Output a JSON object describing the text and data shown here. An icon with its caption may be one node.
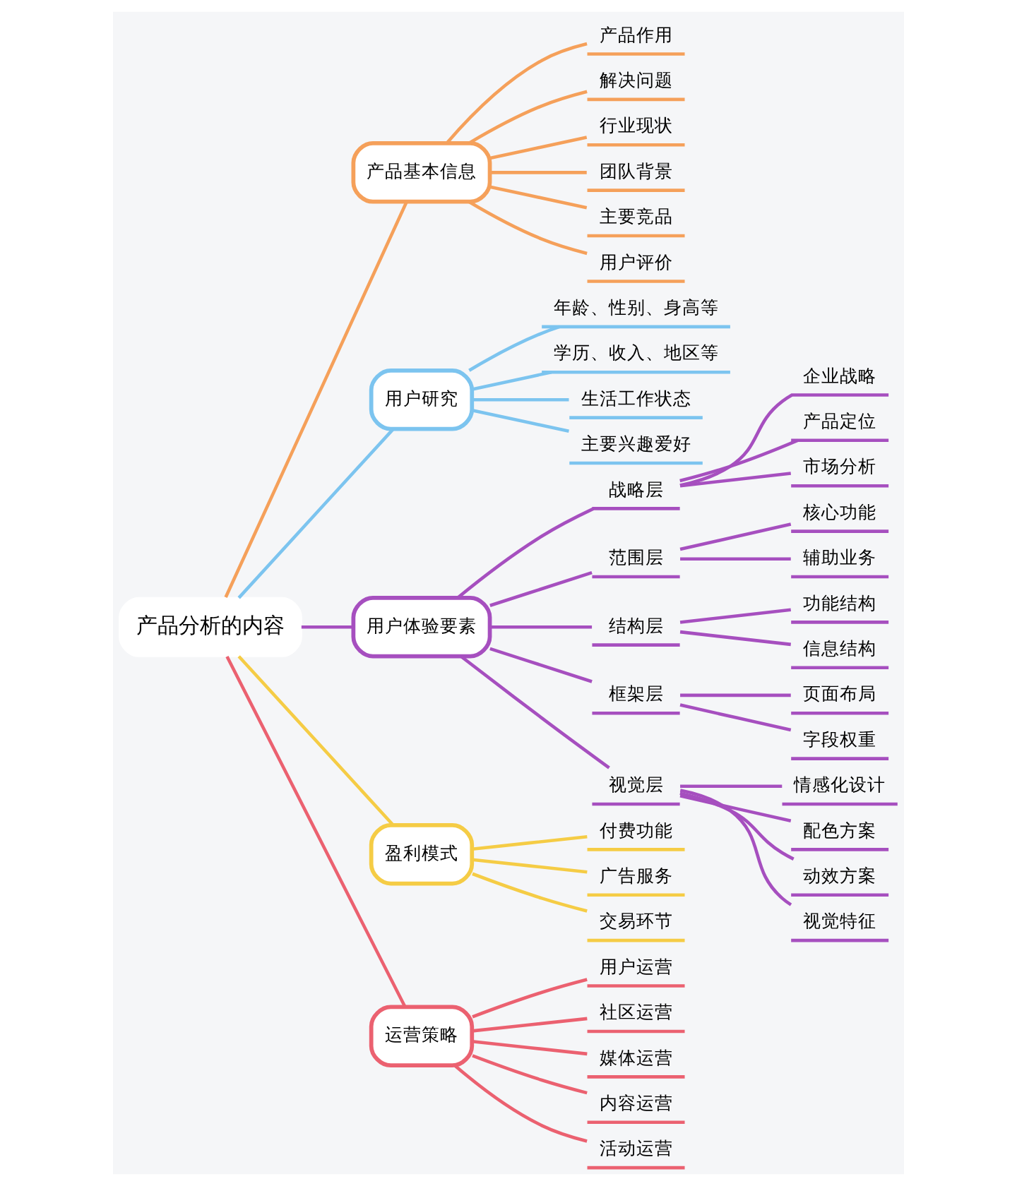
{
  "diagram": {
    "nodes": [
      {
        "text": [
          "产品分析的内容"
        ]
      },
      {
        "text": [
          "产品基本信息"
        ]
      },
      {
        "text": [
          "产品作用"
        ]
      },
      {
        "text": [
          "解决问题"
        ]
      },
      {
        "text": [
          "行业现状"
        ]
      },
      {
        "text": [
          "团队背景"
        ]
      },
      {
        "text": [
          "主要竞品"
        ]
      },
      {
        "text": [
          "用户评价"
        ]
      },
      {
        "text": [
          "用户研究"
        ]
      },
      {
        "text": [
          "年龄、性别、身高等"
        ]
      },
      {
        "text": [
          "学历、收入、地区等"
        ]
      },
      {
        "text": [
          "生活工作状态"
        ]
      },
      {
        "text": [
          "主要兴趣爱好"
        ]
      },
      {
        "text": [
          "用户体验要素"
        ]
      },
      {
        "text": [
          "战略层"
        ]
      },
      {
        "text": [
          "企业战略"
        ]
      },
      {
        "text": [
          "产品定位"
        ]
      },
      {
        "text": [
          "市场分析"
        ]
      },
      {
        "text": [
          "范围层"
        ]
      },
      {
        "text": [
          "核心功能"
        ]
      },
      {
        "text": [
          "辅助业务"
        ]
      },
      {
        "text": [
          "结构层"
        ]
      },
      {
        "text": [
          "功能结构"
        ]
      },
      {
        "text": [
          "信息结构"
        ]
      },
      {
        "text": [
          "框架层"
        ]
      },
      {
        "text": [
          "页面布局"
        ]
      },
      {
        "text": [
          "字段权重"
        ]
      },
      {
        "text": [
          "视觉层"
        ]
      },
      {
        "text": [
          "情感化设计"
        ]
      },
      {
        "text": [
          "配色方案"
        ]
      },
      {
        "text": [
          "动效方案"
        ]
      },
      {
        "text": [
          "视觉特征"
        ]
      },
      {
        "text": [
          "盈利模式"
        ]
      },
      {
        "text": [
          "付费功能"
        ]
      },
      {
        "text": [
          "广告服务"
        ]
      },
      {
        "text": [
          "交易环节"
        ]
      },
      {
        "text": [
          "运营策略"
        ]
      },
      {
        "text": [
          "用户运营"
        ]
      },
      {
        "text": [
          "社区运营"
        ]
      },
      {
        "text": [
          "媒体运营"
        ]
      },
      {
        "text": [
          "内容运营"
        ]
      },
      {
        "text": [
          "活动运营"
        ]
      }
    ],
    "edges": [
      {
        "from": 0,
        "to": 1,
        "arrow": "none",
        "color": "#f5a05a"
      },
      {
        "from": 1,
        "to": 2,
        "arrow": "none",
        "color": "#f5a05a"
      },
      {
        "from": 1,
        "to": 3,
        "arrow": "none",
        "color": "#f5a05a"
      },
      {
        "from": 1,
        "to": 4,
        "arrow": "none",
        "color": "#f5a05a"
      },
      {
        "from": 1,
        "to": 5,
        "arrow": "none",
        "color": "#f5a05a"
      },
      {
        "from": 1,
        "to": 6,
        "arrow": "none",
        "color": "#f5a05a"
      },
      {
        "from": 1,
        "to": 7,
        "arrow": "none",
        "color": "#f5a05a"
      },
      {
        "from": 0,
        "to": 8,
        "arrow": "none",
        "color": "#7cc4ef"
      },
      {
        "from": 8,
        "to": 9,
        "arrow": "none",
        "color": "#7cc4ef"
      },
      {
        "from": 8,
        "to": 10,
        "arrow": "none",
        "color": "#7cc4ef"
      },
      {
        "from": 8,
        "to": 11,
        "arrow": "none",
        "color": "#7cc4ef"
      },
      {
        "from": 8,
        "to": 12,
        "arrow": "none",
        "color": "#7cc4ef"
      },
      {
        "from": 0,
        "to": 13,
        "arrow": "none",
        "color": "#a64fbf"
      },
      {
        "from": 13,
        "to": 14,
        "arrow": "none",
        "color": "#a64fbf"
      },
      {
        "from": 14,
        "to": 15,
        "arrow": "none",
        "color": "#a64fbf"
      },
      {
        "from": 14,
        "to": 16,
        "arrow": "none",
        "color": "#a64fbf"
      },
      {
        "from": 14,
        "to": 17,
        "arrow": "none",
        "color": "#a64fbf"
      },
      {
        "from": 13,
        "to": 18,
        "arrow": "none",
        "color": "#a64fbf"
      },
      {
        "from": 18,
        "to": 19,
        "arrow": "none",
        "color": "#a64fbf"
      },
      {
        "from": 18,
        "to": 20,
        "arrow": "none",
        "color": "#a64fbf"
      },
      {
        "from": 13,
        "to": 21,
        "arrow": "none",
        "color": "#a64fbf"
      },
      {
        "from": 21,
        "to": 22,
        "arrow": "none",
        "color": "#a64fbf"
      },
      {
        "from": 21,
        "to": 23,
        "arrow": "none",
        "color": "#a64fbf"
      },
      {
        "from": 13,
        "to": 24,
        "arrow": "none",
        "color": "#a64fbf"
      },
      {
        "from": 24,
        "to": 25,
        "arrow": "none",
        "color": "#a64fbf"
      },
      {
        "from": 24,
        "to": 26,
        "arrow": "none",
        "color": "#a64fbf"
      },
      {
        "from": 13,
        "to": 27,
        "arrow": "none",
        "color": "#a64fbf"
      },
      {
        "from": 27,
        "to": 28,
        "arrow": "none",
        "color": "#a64fbf"
      },
      {
        "from": 27,
        "to": 29,
        "arrow": "none",
        "color": "#a64fbf"
      },
      {
        "from": 27,
        "to": 30,
        "arrow": "none",
        "color": "#a64fbf"
      },
      {
        "from": 27,
        "to": 31,
        "arrow": "none",
        "color": "#a64fbf"
      },
      {
        "from": 0,
        "to": 32,
        "arrow": "none",
        "color": "#f5cc45"
      },
      {
        "from": 32,
        "to": 33,
        "arrow": "none",
        "color": "#f5cc45"
      },
      {
        "from": 32,
        "to": 34,
        "arrow": "none",
        "color": "#f5cc45"
      },
      {
        "from": 32,
        "to": 35,
        "arrow": "none",
        "color": "#f5cc45"
      },
      {
        "from": 0,
        "to": 36,
        "arrow": "none",
        "color": "#eb6170"
      },
      {
        "from": 36,
        "to": 37,
        "arrow": "none",
        "color": "#eb6170"
      },
      {
        "from": 36,
        "to": 38,
        "arrow": "none",
        "color": "#eb6170"
      },
      {
        "from": 36,
        "to": 39,
        "arrow": "none",
        "color": "#eb6170"
      },
      {
        "from": 36,
        "to": 40,
        "arrow": "none",
        "color": "#eb6170"
      },
      {
        "from": 36,
        "to": 41,
        "arrow": "none",
        "color": "#eb6170"
      }
    ]
  }
}
